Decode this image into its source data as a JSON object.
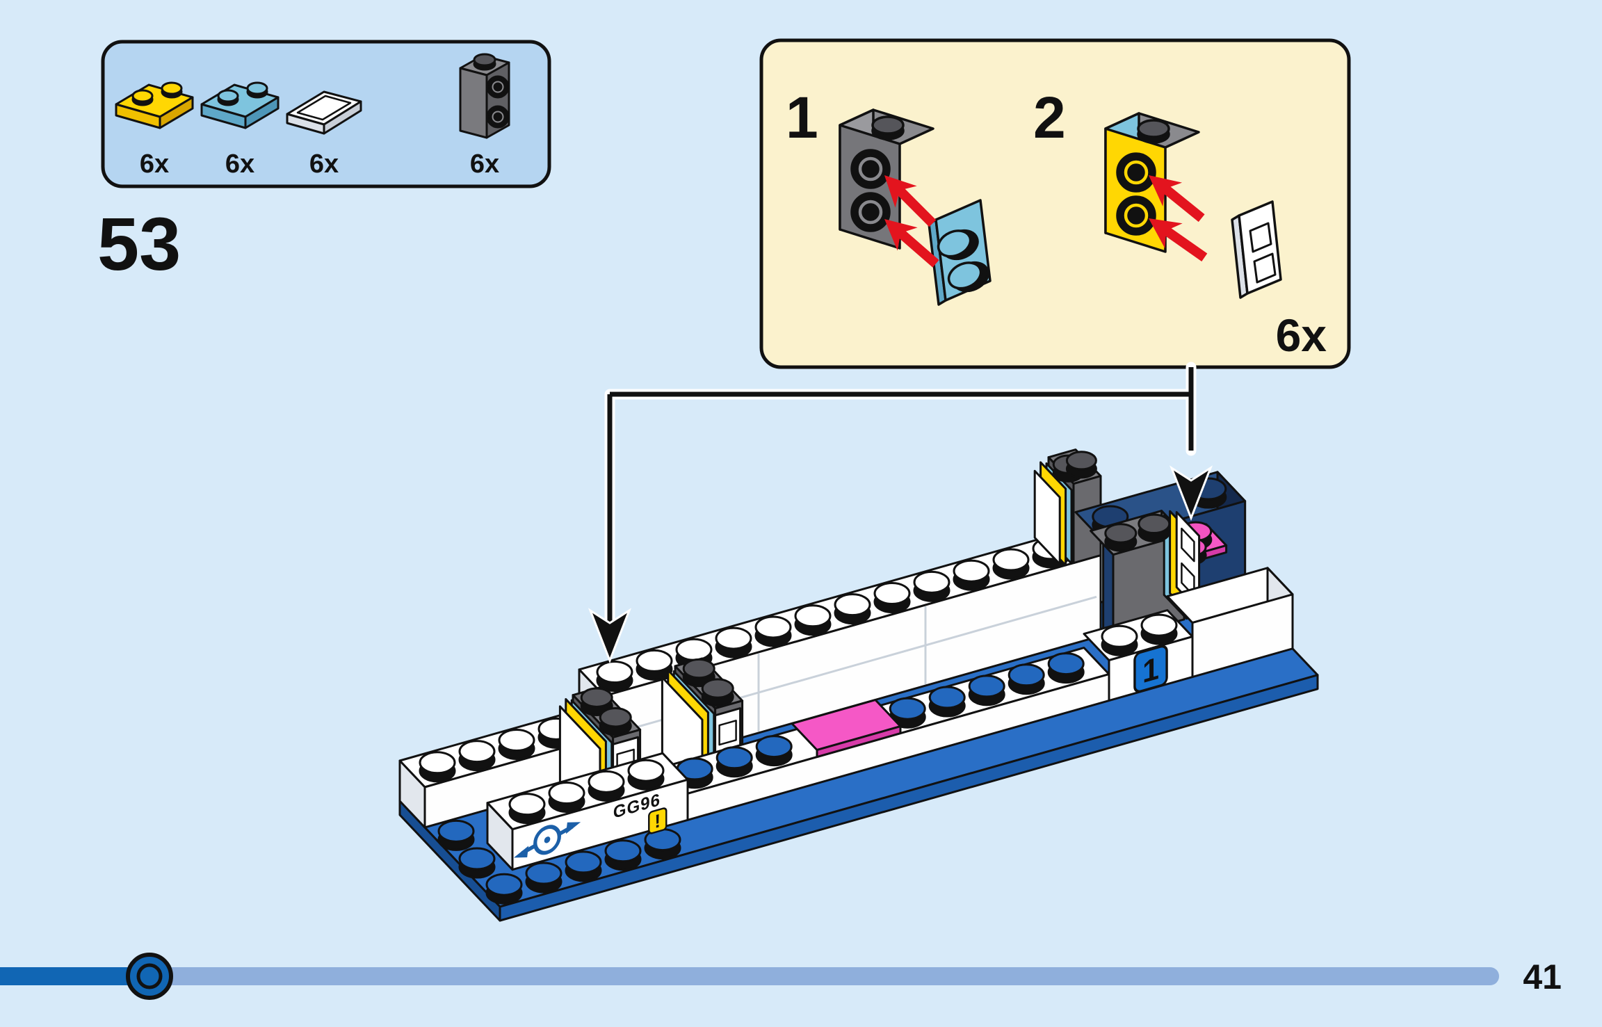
{
  "page": {
    "background": "#D7EAF9",
    "number": "41"
  },
  "step": {
    "number": "53"
  },
  "parts_panel": {
    "items": [
      {
        "name": "plate-1x2-yellow",
        "quantity": "6x",
        "color": "#FFD703"
      },
      {
        "name": "plate-1x2-azure",
        "quantity": "6x",
        "color": "#7EC4DE"
      },
      {
        "name": "tile-1x2-white",
        "quantity": "6x",
        "color": "#FFFFFF"
      },
      {
        "name": "brick-1x1x2-side-studs-gray",
        "quantity": "6x",
        "color": "#76767A"
      }
    ]
  },
  "callout": {
    "steps": [
      "1",
      "2"
    ],
    "quantity": "6x"
  },
  "build": {
    "sign_code": "GG96",
    "sign_alert": "!",
    "platform_number": "1"
  },
  "colors": {
    "yellow": "#FFD703",
    "azure": "#7EC4DE",
    "arrow_red": "#E3141E",
    "base_blue": "#1C5DAD",
    "stud_blue": "#2368BE",
    "navy": "#1E3F70",
    "magenta": "#F353C1",
    "badge_blue": "#1673D2",
    "logo_blue": "#1B5FA8",
    "panel_fill": "#B5D5F1",
    "callout_fill": "#FBF2CD",
    "progress_dark": "#1166B4",
    "progress_light": "#8FAFDC"
  }
}
